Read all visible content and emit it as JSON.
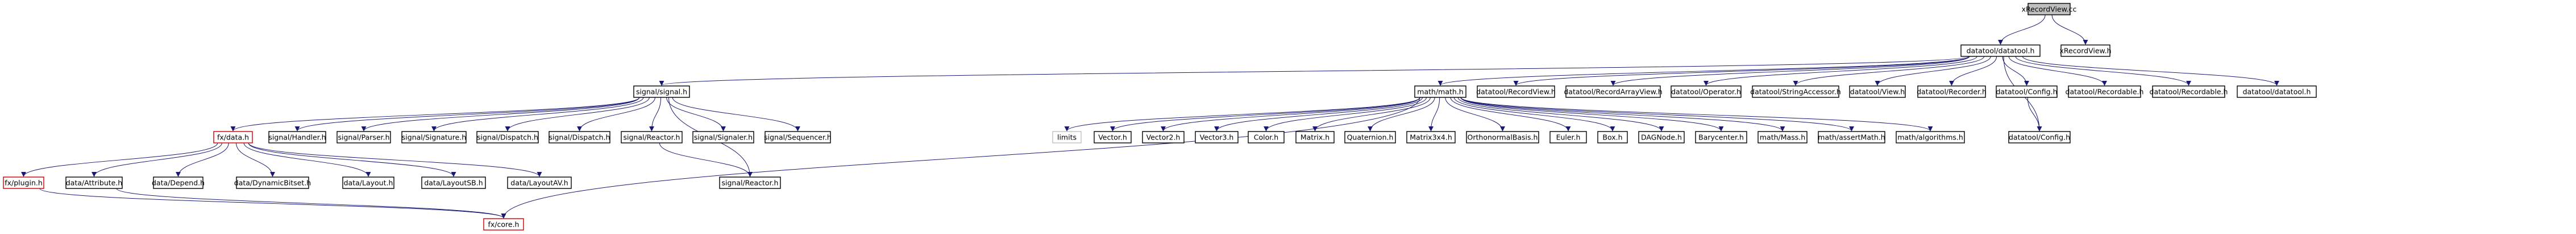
{
  "colors": {
    "node_fill": "#ffffff",
    "node_border": "#000000",
    "root_fill": "#bfbfbf",
    "missing_border": "#cc0000",
    "external_border": "#bfbfbf",
    "edge": "#191970"
  },
  "nodes": [
    {
      "id": "xRecordView.cc",
      "label": "xRecordView.cc",
      "style": "root"
    },
    {
      "id": "datatool/datatool.h",
      "label": "datatool/datatool.h",
      "style": "normal"
    },
    {
      "id": "xRecordView.h",
      "label": "xRecordView.h",
      "style": "normal"
    },
    {
      "id": "signal/signal.h",
      "label": "signal/signal.h",
      "style": "normal"
    },
    {
      "id": "math/math.h",
      "label": "math/math.h",
      "style": "normal"
    },
    {
      "id": "datatool/RecordView.h",
      "label": "datatool/RecordView.h",
      "style": "normal"
    },
    {
      "id": "datatool/RecordArrayView.h",
      "label": "datatool/RecordArrayView.h",
      "style": "normal"
    },
    {
      "id": "datatool/Operator.h",
      "label": "datatool/Operator.h",
      "style": "normal"
    },
    {
      "id": "datatool/StringAccessor.h",
      "label": "datatool/StringAccessor.h",
      "style": "normal"
    },
    {
      "id": "datatool/View.h",
      "label": "datatool/View.h",
      "style": "normal"
    },
    {
      "id": "datatool/Recorder.h",
      "label": "datatool/Recorder.h",
      "style": "normal"
    },
    {
      "id": "datatool/Config.h",
      "label": "datatool/Config.h",
      "style": "normal"
    },
    {
      "id": "datatool/Recordable.h",
      "label": "datatool/Recordable.h",
      "style": "normal"
    },
    {
      "id": "datatool/Recordable.h#2",
      "label": "datatool/Recordable.h",
      "style": "normal"
    },
    {
      "id": "datatool/datatool.h#2",
      "label": "datatool/datatool.h",
      "style": "normal"
    },
    {
      "id": "fx/data.h",
      "label": "fx/data.h",
      "style": "missing"
    },
    {
      "id": "signal/Handler.h",
      "label": "signal/Handler.h",
      "style": "normal"
    },
    {
      "id": "signal/Parser.h",
      "label": "signal/Parser.h",
      "style": "normal"
    },
    {
      "id": "signal/Signature.h",
      "label": "signal/Signature.h",
      "style": "normal"
    },
    {
      "id": "signal/Dispatch.h",
      "label": "signal/Dispatch.h",
      "style": "normal"
    },
    {
      "id": "signal/Dispatch.h#2",
      "label": "signal/Dispatch.h",
      "style": "normal"
    },
    {
      "id": "signal/Reactor.h",
      "label": "signal/Reactor.h",
      "style": "normal"
    },
    {
      "id": "signal/Signaler.h",
      "label": "signal/Signaler.h",
      "style": "normal"
    },
    {
      "id": "signal/Sequencer.h",
      "label": "signal/Sequencer.h",
      "style": "normal"
    },
    {
      "id": "fx/plugin.h",
      "label": "fx/plugin.h",
      "style": "missing"
    },
    {
      "id": "data/Attribute.h",
      "label": "data/Attribute.h",
      "style": "normal"
    },
    {
      "id": "data/Depend.h",
      "label": "data/Depend.h",
      "style": "normal"
    },
    {
      "id": "data/DynamicBitset.h",
      "label": "data/DynamicBitset.h",
      "style": "normal"
    },
    {
      "id": "data/Layout.h",
      "label": "data/Layout.h",
      "style": "normal"
    },
    {
      "id": "data/LayoutSB.h",
      "label": "data/LayoutSB.h",
      "style": "normal"
    },
    {
      "id": "data/LayoutAV.h",
      "label": "data/LayoutAV.h",
      "style": "normal"
    },
    {
      "id": "signal/Reactor.h#2",
      "label": "signal/Reactor.h",
      "style": "normal"
    },
    {
      "id": "fx/core.h",
      "label": "fx/core.h",
      "style": "missing"
    },
    {
      "id": "limits",
      "label": "limits",
      "style": "external"
    },
    {
      "id": "Vector.h",
      "label": "Vector.h",
      "style": "normal"
    },
    {
      "id": "Vector2.h",
      "label": "Vector2.h",
      "style": "normal"
    },
    {
      "id": "Vector3.h",
      "label": "Vector3.h",
      "style": "normal"
    },
    {
      "id": "Color.h",
      "label": "Color.h",
      "style": "normal"
    },
    {
      "id": "Matrix.h",
      "label": "Matrix.h",
      "style": "normal"
    },
    {
      "id": "Quaternion.h",
      "label": "Quaternion.h",
      "style": "normal"
    },
    {
      "id": "Matrix3x4.h",
      "label": "Matrix3x4.h",
      "style": "normal"
    },
    {
      "id": "OrthonormalBasis.h",
      "label": "OrthonormalBasis.h",
      "style": "normal"
    },
    {
      "id": "Euler.h",
      "label": "Euler.h",
      "style": "normal"
    },
    {
      "id": "Box.h",
      "label": "Box.h",
      "style": "normal"
    },
    {
      "id": "DAGNode.h",
      "label": "DAGNode.h",
      "style": "normal"
    },
    {
      "id": "Barycenter.h",
      "label": "Barycenter.h",
      "style": "normal"
    },
    {
      "id": "math/Mass.h",
      "label": "math/Mass.h",
      "style": "normal"
    },
    {
      "id": "math/assertMath.h",
      "label": "math/assertMath.h",
      "style": "normal"
    },
    {
      "id": "math/algorithms.h",
      "label": "math/algorithms.h",
      "style": "normal"
    },
    {
      "id": "datatool/Config.h#2",
      "label": "datatool/Config.h",
      "style": "normal"
    }
  ],
  "edges": [
    [
      "xRecordView.cc",
      "datatool/datatool.h"
    ],
    [
      "xRecordView.cc",
      "xRecordView.h"
    ],
    [
      "datatool/datatool.h",
      "signal/signal.h"
    ],
    [
      "datatool/datatool.h",
      "math/math.h"
    ],
    [
      "datatool/datatool.h",
      "datatool/RecordView.h"
    ],
    [
      "datatool/datatool.h",
      "datatool/RecordArrayView.h"
    ],
    [
      "datatool/datatool.h",
      "datatool/Operator.h"
    ],
    [
      "datatool/datatool.h",
      "datatool/StringAccessor.h"
    ],
    [
      "datatool/datatool.h",
      "datatool/View.h"
    ],
    [
      "datatool/datatool.h",
      "datatool/Recorder.h"
    ],
    [
      "datatool/datatool.h",
      "datatool/Config.h"
    ],
    [
      "datatool/datatool.h",
      "datatool/Recordable.h"
    ],
    [
      "datatool/datatool.h",
      "datatool/Recordable.h#2"
    ],
    [
      "datatool/datatool.h",
      "datatool/datatool.h#2"
    ],
    [
      "datatool/datatool.h",
      "datatool/Config.h#2"
    ],
    [
      "datatool/Config.h",
      "datatool/Config.h#2"
    ],
    [
      "signal/signal.h",
      "fx/data.h"
    ],
    [
      "signal/signal.h",
      "signal/Handler.h"
    ],
    [
      "signal/signal.h",
      "signal/Parser.h"
    ],
    [
      "signal/signal.h",
      "signal/Signature.h"
    ],
    [
      "signal/signal.h",
      "signal/Dispatch.h"
    ],
    [
      "signal/signal.h",
      "signal/Dispatch.h#2"
    ],
    [
      "signal/signal.h",
      "signal/Reactor.h"
    ],
    [
      "signal/signal.h",
      "signal/Signaler.h"
    ],
    [
      "signal/signal.h",
      "signal/Sequencer.h"
    ],
    [
      "signal/signal.h",
      "signal/Reactor.h#2"
    ],
    [
      "signal/Reactor.h",
      "signal/Reactor.h#2"
    ],
    [
      "fx/data.h",
      "fx/plugin.h"
    ],
    [
      "fx/data.h",
      "data/Attribute.h"
    ],
    [
      "fx/data.h",
      "data/Depend.h"
    ],
    [
      "fx/data.h",
      "data/DynamicBitset.h"
    ],
    [
      "fx/data.h",
      "data/Layout.h"
    ],
    [
      "fx/data.h",
      "data/LayoutSB.h"
    ],
    [
      "fx/data.h",
      "data/LayoutAV.h"
    ],
    [
      "fx/plugin.h",
      "fx/core.h"
    ],
    [
      "data/Attribute.h",
      "fx/core.h"
    ],
    [
      "math/math.h",
      "fx/core.h"
    ],
    [
      "math/math.h",
      "limits"
    ],
    [
      "math/math.h",
      "Vector.h"
    ],
    [
      "math/math.h",
      "Vector2.h"
    ],
    [
      "math/math.h",
      "Vector3.h"
    ],
    [
      "math/math.h",
      "Color.h"
    ],
    [
      "math/math.h",
      "Matrix.h"
    ],
    [
      "math/math.h",
      "Quaternion.h"
    ],
    [
      "math/math.h",
      "Matrix3x4.h"
    ],
    [
      "math/math.h",
      "OrthonormalBasis.h"
    ],
    [
      "math/math.h",
      "Euler.h"
    ],
    [
      "math/math.h",
      "Box.h"
    ],
    [
      "math/math.h",
      "DAGNode.h"
    ],
    [
      "math/math.h",
      "Barycenter.h"
    ],
    [
      "math/math.h",
      "math/Mass.h"
    ],
    [
      "math/math.h",
      "math/assertMath.h"
    ],
    [
      "math/math.h",
      "math/algorithms.h"
    ]
  ]
}
